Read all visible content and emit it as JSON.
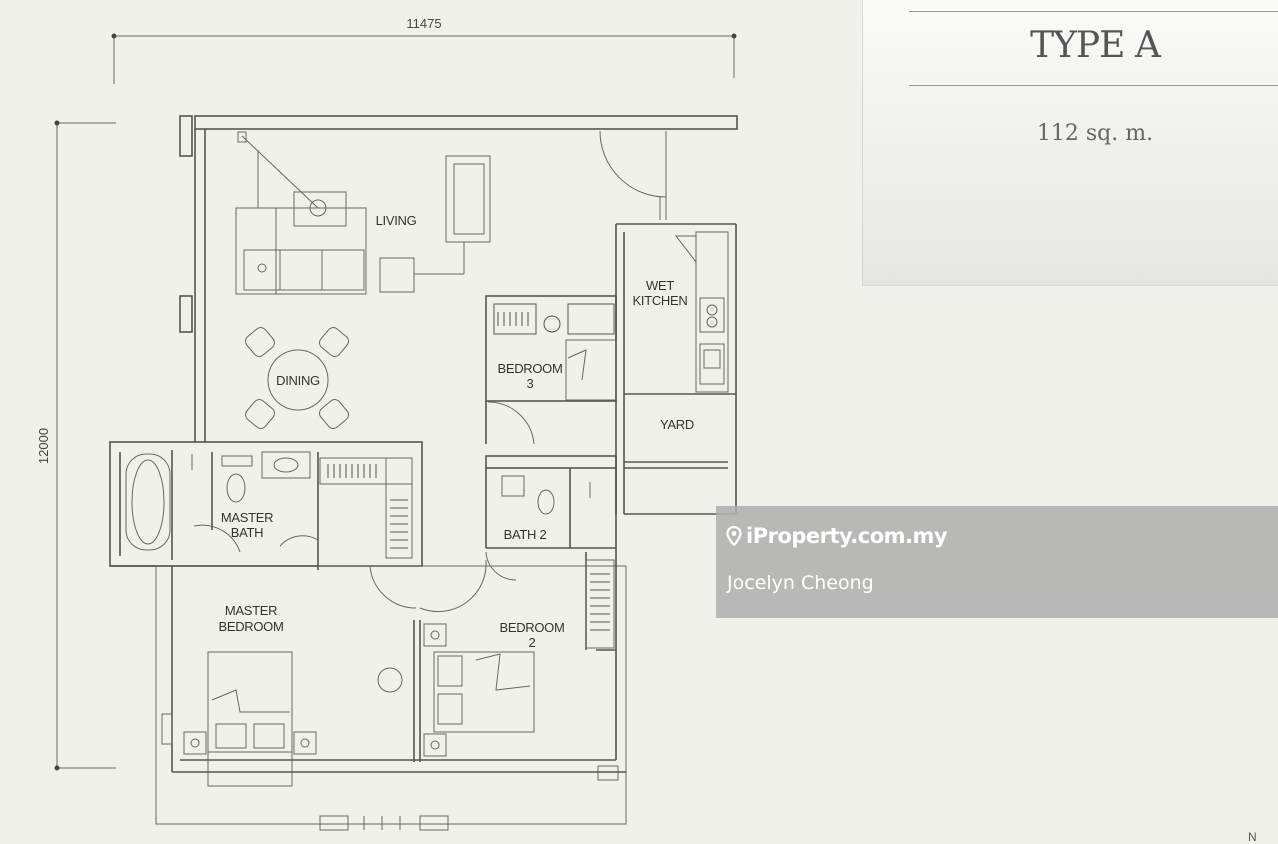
{
  "plan": {
    "dim_width": "11475",
    "dim_height": "12000",
    "rooms": {
      "living": "LIVING",
      "dining": "DINING",
      "wet_kitchen_1": "WET",
      "wet_kitchen_2": "KITCHEN",
      "bedroom3_1": "BEDROOM",
      "bedroom3_2": "3",
      "yard": "YARD",
      "master_bath_1": "MASTER",
      "master_bath_2": "BATH",
      "bath2": "BATH 2",
      "master_bed_1": "MASTER",
      "master_bed_2": "BEDROOM",
      "bedroom2_1": "BEDROOM",
      "bedroom2_2": "2"
    },
    "corner_mark": "N"
  },
  "card": {
    "type_label": "TYPE A",
    "area": "112 sq. m."
  },
  "watermark": {
    "site": "iProperty.com.my",
    "agent": "Jocelyn Cheong",
    "pin_icon": "location-pin-icon"
  }
}
